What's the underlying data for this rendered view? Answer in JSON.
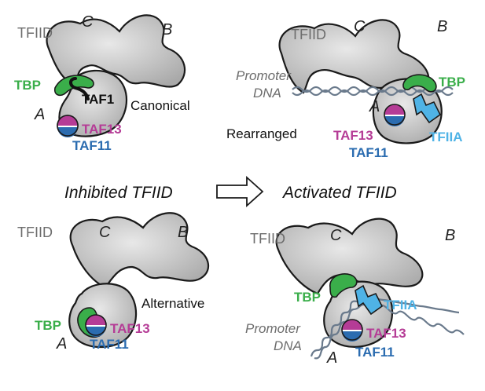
{
  "colors": {
    "body_fill": "#bdbdbd",
    "outline": "#1a1a1a",
    "tbp": "#3aae4a",
    "tfiia": "#4fb3e6",
    "taf13": "#b53c96",
    "taf11": "#2b6cb0",
    "dna": "#6a7a8c",
    "label_gray": "#6d6d6d"
  },
  "labels": {
    "tfiid": "TFIID",
    "lobe_a": "A",
    "lobe_b": "B",
    "lobe_c": "C",
    "tbp": "TBP",
    "taf1": "TAF1",
    "taf13": "TAF13",
    "taf11": "TAF11",
    "tfiia": "TFIIA",
    "promoter": "Promoter",
    "dna": "DNA",
    "canonical": "Canonical",
    "rearranged": "Rearranged",
    "alternative": "Alternative",
    "inhibited": "Inhibited TFIID",
    "activated": "Activated TFIID"
  },
  "icons": {
    "arrow": "hollow-right-arrow-icon",
    "taf_dimer": "taf11-taf13-dimer-icon",
    "dna_helix": "promoter-dna-helix-icon"
  }
}
